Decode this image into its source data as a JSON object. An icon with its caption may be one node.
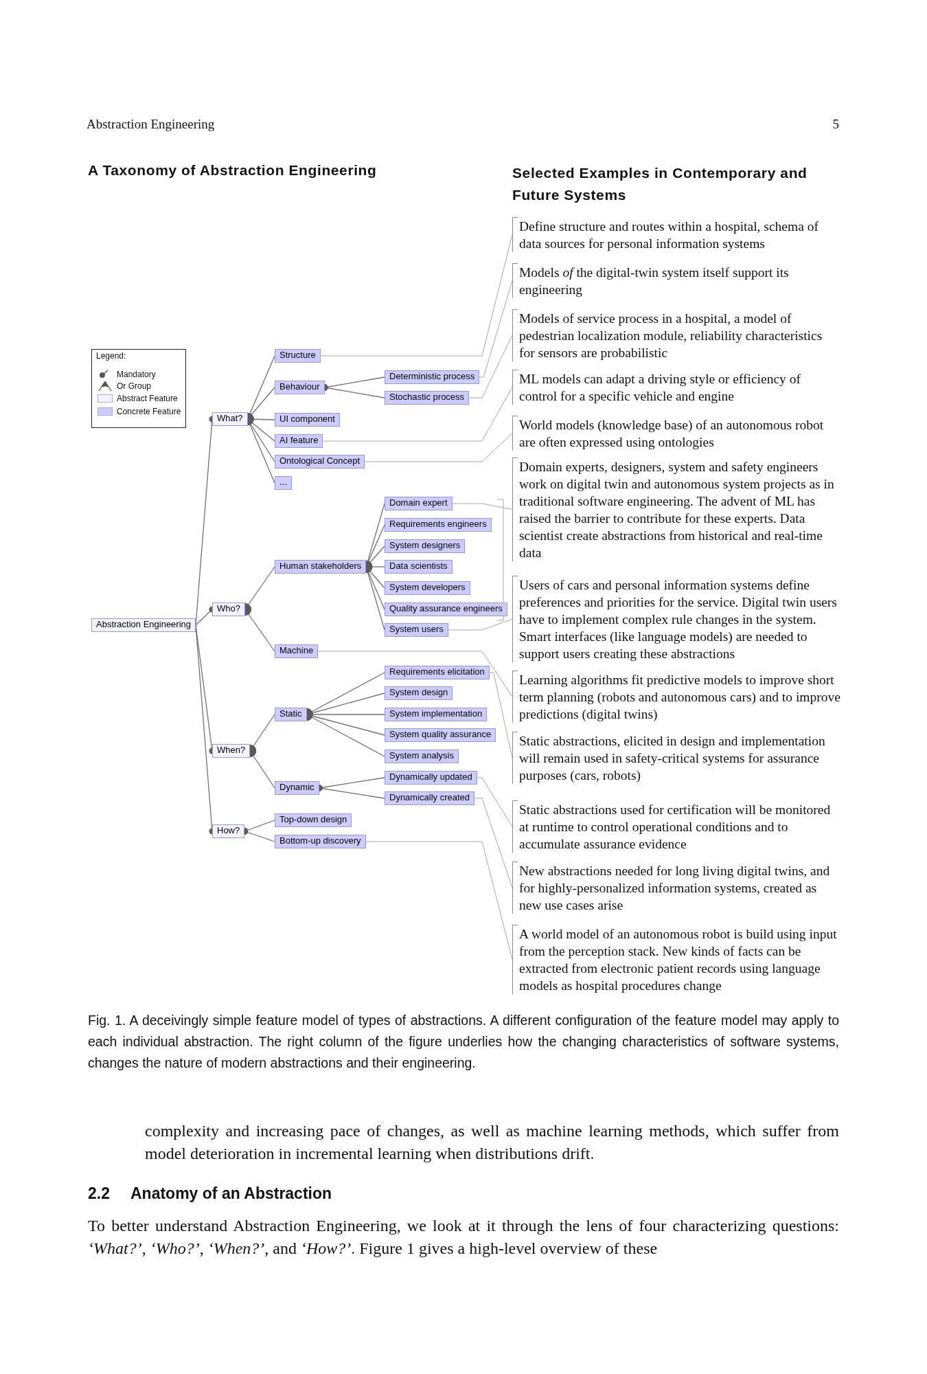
{
  "diagram": {
    "caption": "Fig. 1. A deceivingly simple feature model of types of abstractions. A different configuration of the feature model may apply to each individual abstraction. The right column of the figure underlies how the changing characteristics of software systems, changes the nature of modern abstractions and their engineering.",
    "nodes": [
      {
        "text": [
          "Abstraction Engineering"
        ]
      },
      {
        "text": [
          "What?"
        ]
      },
      {
        "text": [
          "Structure"
        ]
      },
      {
        "text": [
          "Behaviour"
        ]
      },
      {
        "text": [
          "Deterministic process"
        ]
      },
      {
        "text": [
          "Stochastic process"
        ]
      },
      {
        "text": [
          "UI component"
        ]
      },
      {
        "text": [
          "AI feature"
        ]
      },
      {
        "text": [
          "Ontological Concept"
        ]
      },
      {
        "text": [
          "..."
        ]
      },
      {
        "text": [
          "Who?"
        ]
      },
      {
        "text": [
          "Human stakeholders"
        ]
      },
      {
        "text": [
          "Domain expert"
        ]
      },
      {
        "text": [
          "Requirements engineers"
        ]
      },
      {
        "text": [
          "System designers"
        ]
      },
      {
        "text": [
          "Data scientists"
        ]
      },
      {
        "text": [
          "System developers"
        ]
      },
      {
        "text": [
          "Quality assurance engineers"
        ]
      },
      {
        "text": [
          "System users"
        ]
      },
      {
        "text": [
          "Machine"
        ]
      },
      {
        "text": [
          "When?"
        ]
      },
      {
        "text": [
          "Static"
        ]
      },
      {
        "text": [
          "Requirements elicitation"
        ]
      },
      {
        "text": [
          "System design"
        ]
      },
      {
        "text": [
          "System implementation"
        ]
      },
      {
        "text": [
          "System quality assurance"
        ]
      },
      {
        "text": [
          "System analysis"
        ]
      },
      {
        "text": [
          "Dynamic"
        ]
      },
      {
        "text": [
          "Dynamically updated"
        ]
      },
      {
        "text": [
          "Dynamically created"
        ]
      },
      {
        "text": [
          "How?"
        ]
      },
      {
        "text": [
          "Top-down design"
        ]
      },
      {
        "text": [
          "Bottom-up discovery"
        ]
      },
      {
        "text": [
          "Define structure and routes within a hospital, schema of data sources for personal information systems"
        ]
      },
      {
        "text": [
          "Models *of* the digital-twin system itself support its engineering"
        ]
      },
      {
        "text": [
          "Models of service process in a hospital, a model of pedestrian localization module, reliability characteristics for sensors are probabilistic"
        ]
      },
      {
        "text": [
          "ML models can adapt a driving style or efficiency of control for a specific vehicle and engine"
        ]
      },
      {
        "text": [
          "World models (knowledge base) of an autonomous robot are often expressed using ontologies"
        ]
      },
      {
        "text": [
          "Domain experts, designers, system and safety engineers work on digital twin and autonomous system projects as in traditional software engineering. The advent of ML has raised the barrier to contribute for these experts. Data scientist create abstractions from historical and real-time data"
        ]
      },
      {
        "text": [
          "Users of cars and personal information systems define preferences and priorities for the service. Digital twin users have to implement complex rule changes in the system. Smart interfaces (like language models) are needed to support users creating these abstractions"
        ]
      },
      {
        "text": [
          "Learning algorithms fit predictive models to improve short term planning (robots and autonomous cars) and to improve predictions (digital twins)"
        ]
      },
      {
        "text": [
          "Static abstractions, elicited in design and implementation will remain used in safety-critical systems for assurance purposes (cars, robots)"
        ]
      },
      {
        "text": [
          "Static abstractions used for certification will be monitored at runtime to control operational conditions and to accumulate assurance evidence"
        ]
      },
      {
        "text": [
          "New abstractions needed for long living digital twins, and for highly-personalized information systems, created as new use cases arise"
        ]
      },
      {
        "text": [
          "A world model of an autonomous robot is build using input from the perception stack. New kinds of facts can be extracted from electronic patient records using language models as hospital procedures change"
        ]
      }
    ],
    "edges": [
      {
        "from": 0,
        "to": 1,
        "arrow": "other"
      },
      {
        "from": 0,
        "to": 10,
        "arrow": "other"
      },
      {
        "from": 0,
        "to": 20,
        "arrow": "other"
      },
      {
        "from": 0,
        "to": 30,
        "arrow": "other"
      },
      {
        "from": 1,
        "to": 2,
        "arrow": "other"
      },
      {
        "from": 1,
        "to": 3,
        "arrow": "other"
      },
      {
        "from": 1,
        "to": 6,
        "arrow": "other"
      },
      {
        "from": 1,
        "to": 7,
        "arrow": "other"
      },
      {
        "from": 1,
        "to": 8,
        "arrow": "other"
      },
      {
        "from": 1,
        "to": 9,
        "arrow": "other"
      },
      {
        "from": 3,
        "to": 4,
        "arrow": "other"
      },
      {
        "from": 3,
        "to": 5,
        "arrow": "other"
      },
      {
        "from": 10,
        "to": 11,
        "arrow": "other"
      },
      {
        "from": 10,
        "to": 19,
        "arrow": "other"
      },
      {
        "from": 11,
        "to": 12,
        "arrow": "other"
      },
      {
        "from": 11,
        "to": 13,
        "arrow": "other"
      },
      {
        "from": 11,
        "to": 14,
        "arrow": "other"
      },
      {
        "from": 11,
        "to": 15,
        "arrow": "other"
      },
      {
        "from": 11,
        "to": 16,
        "arrow": "other"
      },
      {
        "from": 11,
        "to": 17,
        "arrow": "other"
      },
      {
        "from": 11,
        "to": 18,
        "arrow": "other"
      },
      {
        "from": 20,
        "to": 21,
        "arrow": "other"
      },
      {
        "from": 20,
        "to": 27,
        "arrow": "other"
      },
      {
        "from": 21,
        "to": 22,
        "arrow": "other"
      },
      {
        "from": 21,
        "to": 23,
        "arrow": "other"
      },
      {
        "from": 21,
        "to": 24,
        "arrow": "other"
      },
      {
        "from": 21,
        "to": 25,
        "arrow": "other"
      },
      {
        "from": 21,
        "to": 26,
        "arrow": "other"
      },
      {
        "from": 27,
        "to": 28,
        "arrow": "other"
      },
      {
        "from": 27,
        "to": 29,
        "arrow": "other"
      },
      {
        "from": 30,
        "to": 31,
        "arrow": "other"
      },
      {
        "from": 30,
        "to": 32,
        "arrow": "other"
      },
      {
        "from": 2,
        "to": 33,
        "arrow": "none",
        "color": "#a6a6a6"
      },
      {
        "from": 4,
        "to": 34,
        "arrow": "none",
        "color": "#a6a6a6"
      },
      {
        "from": 5,
        "to": 35,
        "arrow": "none",
        "color": "#a6a6a6"
      },
      {
        "from": 7,
        "to": 36,
        "arrow": "none",
        "color": "#a6a6a6"
      },
      {
        "from": 8,
        "to": 37,
        "arrow": "none",
        "color": "#a6a6a6"
      },
      {
        "from": 12,
        "to": 38,
        "arrow": "none",
        "color": "#a6a6a6"
      },
      {
        "from": 18,
        "to": 39,
        "arrow": "none",
        "color": "#a6a6a6"
      },
      {
        "from": 19,
        "to": 40,
        "arrow": "none",
        "color": "#a6a6a6"
      },
      {
        "from": 22,
        "to": 41,
        "arrow": "none",
        "color": "#a6a6a6"
      },
      {
        "from": 28,
        "to": 42,
        "arrow": "none",
        "color": "#a6a6a6"
      },
      {
        "from": 29,
        "to": 43,
        "arrow": "none",
        "color": "#a6a6a6"
      },
      {
        "from": 32,
        "to": 44,
        "arrow": "none",
        "color": "#a6a6a6"
      }
    ],
    "labels": [
      "Abstraction Engineering",
      "5",
      "A Taxonomy of Abstraction Engineering",
      "Selected Examples in Contemporary and Future Systems",
      "Legend:",
      "complexity and increasing pace of changes, as well as machine learning methods, which suffer from model deterioration in incremental learning when distributions drift.",
      "2.2",
      "Anatomy of an Abstraction",
      "To better understand Abstraction Engineering, we look at it through the lens of four characterizing questions: *‘What?’*, *‘Who?’*, *‘When?’*, and *‘How?’*. Figure 1 gives a high-level overview of these"
    ],
    "legend": [
      {
        "text": "Mandatory"
      },
      {
        "text": "Or Group"
      },
      {
        "text": "Abstract Feature",
        "color": "#f3f3ff"
      },
      {
        "text": "Concrete Feature",
        "color": "#ccccff"
      }
    ]
  }
}
